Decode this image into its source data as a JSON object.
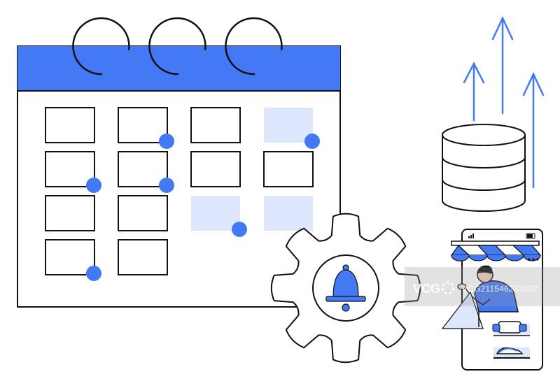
{
  "illustration": {
    "colors": {
      "accent": "#4479f5",
      "accent_light": "#dde6fb",
      "stroke": "#111111",
      "background": "#ffffff",
      "skin": "#f2d2bd"
    },
    "icons": {
      "calendar": "calendar-icon",
      "gear": "gear-icon",
      "bell": "bell-icon",
      "database": "database-icon",
      "arrows": "arrow-up-icon",
      "phone": "smartphone-icon",
      "awning": "shop-awning-icon",
      "person": "person-icon"
    },
    "calendar": {
      "rows": 4,
      "cells": [
        [
          {
            "fill": "white",
            "dot": false
          },
          {
            "fill": "white",
            "dot": true
          },
          {
            "fill": "white",
            "dot": false
          },
          {
            "fill": "light",
            "dot": true
          }
        ],
        [
          {
            "fill": "white",
            "dot": true
          },
          {
            "fill": "white",
            "dot": true
          },
          {
            "fill": "white",
            "dot": false
          },
          {
            "fill": "white",
            "dot": false
          }
        ],
        [
          {
            "fill": "white",
            "dot": false
          },
          {
            "fill": "white",
            "dot": false
          },
          {
            "fill": "light",
            "dot": true
          },
          {
            "fill": "light",
            "dot": false
          }
        ],
        [
          {
            "fill": "white",
            "dot": true
          },
          {
            "fill": "white",
            "dot": false
          },
          null,
          null
        ]
      ]
    },
    "watermark": {
      "logo": "VCG",
      "text": "VCG211546233032"
    }
  }
}
